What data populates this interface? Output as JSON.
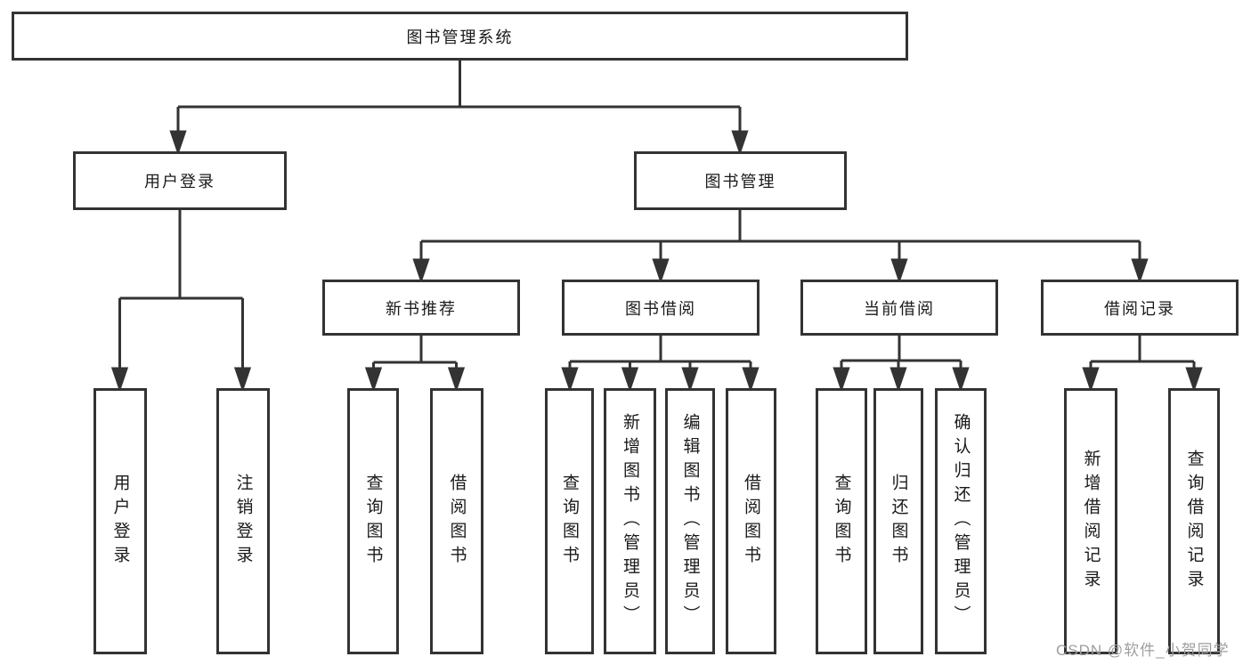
{
  "diagram": {
    "nodes": {
      "root": "图书管理系统",
      "user_login": "用户登录",
      "book_management": "图书管理",
      "new_book_recommend": "新书推荐",
      "book_borrowing": "图书借阅",
      "current_borrowing": "当前借阅",
      "borrowing_records": "借阅记录",
      "leaf_user_login": "用户登录",
      "leaf_logout": "注销登录",
      "leaf_query_books_recommend": "查询图书",
      "leaf_borrow_books_recommend": "借阅图书",
      "leaf_query_books_borrow": "查询图书",
      "leaf_add_books_admin": "新增图书（管理员）",
      "leaf_edit_books_admin": "编辑图书（管理员）",
      "leaf_borrow_books_borrow": "借阅图书",
      "leaf_query_books_current": "查询图书",
      "leaf_return_books": "归还图书",
      "leaf_confirm_return_admin": "确认归还（管理员）",
      "leaf_add_borrow_record": "新增借阅记录",
      "leaf_query_borrow_record": "查询借阅记录"
    },
    "watermark": "CSDN @软件_小贺同学",
    "colors": {
      "line": "#333333",
      "text": "#1a1a1a",
      "watermark": "#9e9e9e",
      "background": "#ffffff"
    }
  }
}
